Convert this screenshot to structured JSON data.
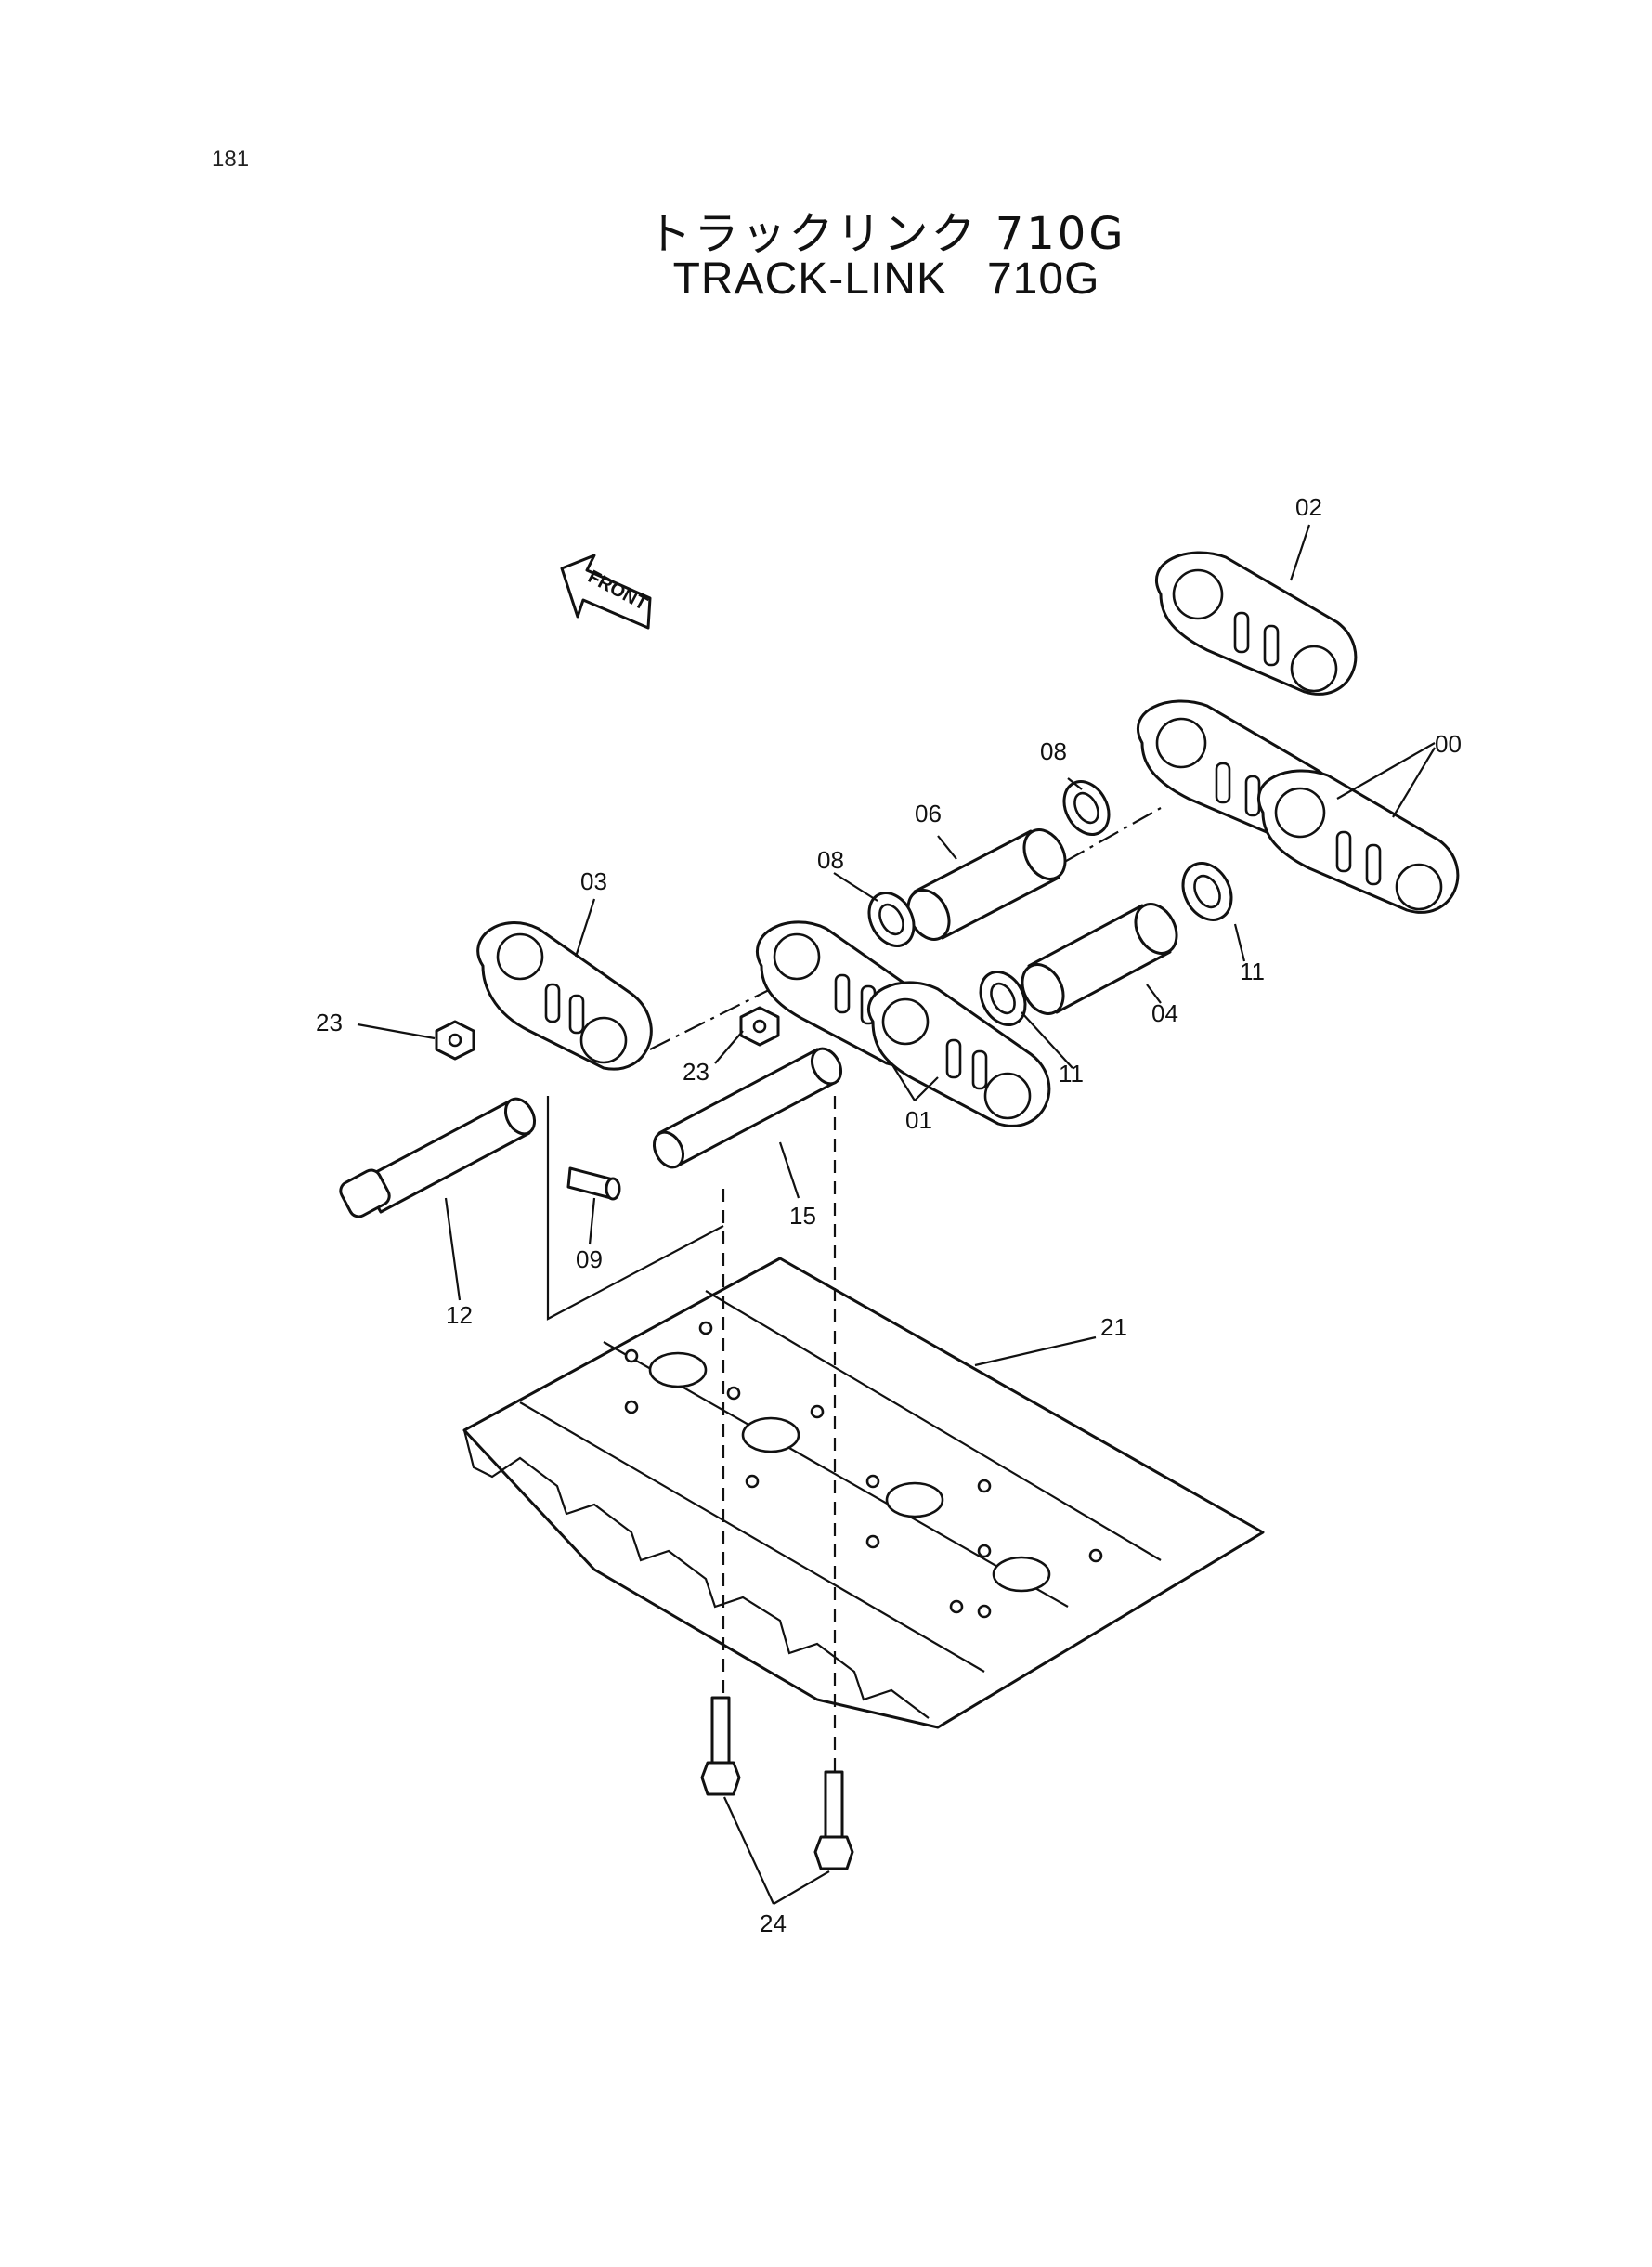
{
  "header": {
    "page_number": "181",
    "title_jp": "トラックリンク 710G",
    "title_en": "TRACK-LINK   710G"
  },
  "front_arrow": {
    "label": "FRONT"
  },
  "callouts": [
    {
      "id": "02",
      "label": "02"
    },
    {
      "id": "00",
      "label": "00"
    },
    {
      "id": "08a",
      "label": "08"
    },
    {
      "id": "06",
      "label": "06"
    },
    {
      "id": "08b",
      "label": "08"
    },
    {
      "id": "03",
      "label": "03"
    },
    {
      "id": "11a",
      "label": "11"
    },
    {
      "id": "04",
      "label": "04"
    },
    {
      "id": "23a",
      "label": "23"
    },
    {
      "id": "23b",
      "label": "23"
    },
    {
      "id": "11b",
      "label": "11"
    },
    {
      "id": "01",
      "label": "01"
    },
    {
      "id": "15",
      "label": "15"
    },
    {
      "id": "09",
      "label": "09"
    },
    {
      "id": "12",
      "label": "12"
    },
    {
      "id": "21",
      "label": "21"
    },
    {
      "id": "24",
      "label": "24"
    }
  ]
}
